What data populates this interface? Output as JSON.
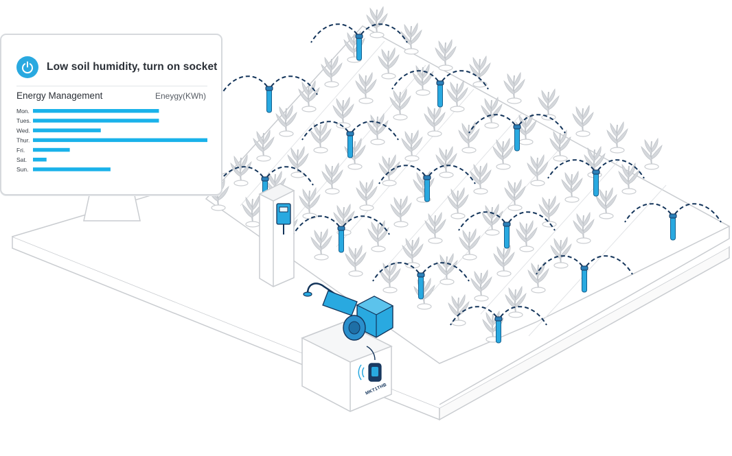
{
  "notification": {
    "message": "Low soil humidity, turn on socket",
    "icon": "power-icon",
    "accent": "#29a9e0"
  },
  "energy": {
    "title": "Energy Management",
    "unit_label": "Eneygy(KWh)"
  },
  "chart_data": {
    "type": "bar",
    "orientation": "horizontal",
    "categories": [
      "Mon.",
      "Tues.",
      "Wed.",
      "Thur.",
      "Fri.",
      "Sat.",
      "Sun."
    ],
    "values": [
      65,
      65,
      35,
      90,
      19,
      7,
      40
    ],
    "xlim": [
      0,
      90
    ],
    "title": "Energy Management",
    "xlabel": "Eneygy(KWh)",
    "ylabel": "",
    "grid": false,
    "color": "#1ab2ea"
  },
  "device": {
    "label": "MKT1THB",
    "icon": "smart-plug-icon"
  },
  "colors": {
    "brand_blue": "#1ea7e0",
    "spray_arc": "#13345a",
    "outline": "#c9ccd0",
    "plant": "#c2c6cb"
  }
}
